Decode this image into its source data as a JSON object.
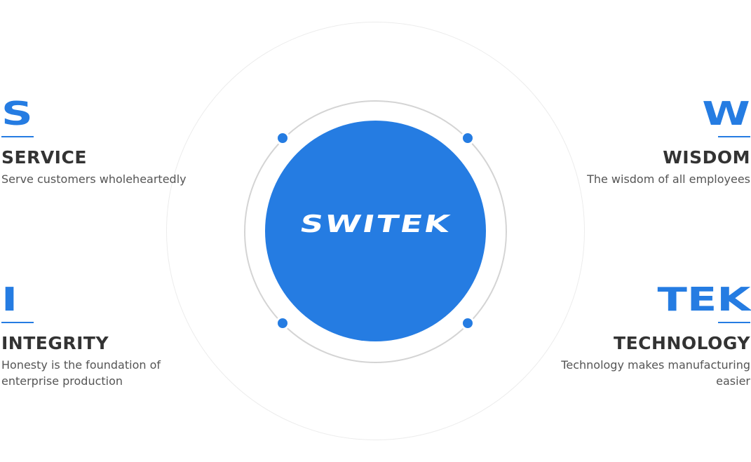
{
  "brand": "SWITEK",
  "values": {
    "service": {
      "letter": "S",
      "title": "SERVICE",
      "description": "Serve customers wholeheartedly"
    },
    "wisdom": {
      "letter": "W",
      "title": "WISDOM",
      "description": "The wisdom of all employees"
    },
    "integrity": {
      "letter": "I",
      "title": "INTEGRITY",
      "description": "Honesty is the foundation of enterprise production"
    },
    "technology": {
      "letter": "TEK",
      "title": "TECHNOLOGY",
      "description": "Technology makes manufacturing easier"
    }
  },
  "colors": {
    "accent": "#257ce2",
    "heading": "#333333",
    "text": "#555555",
    "ring": "#d4d4d4"
  }
}
